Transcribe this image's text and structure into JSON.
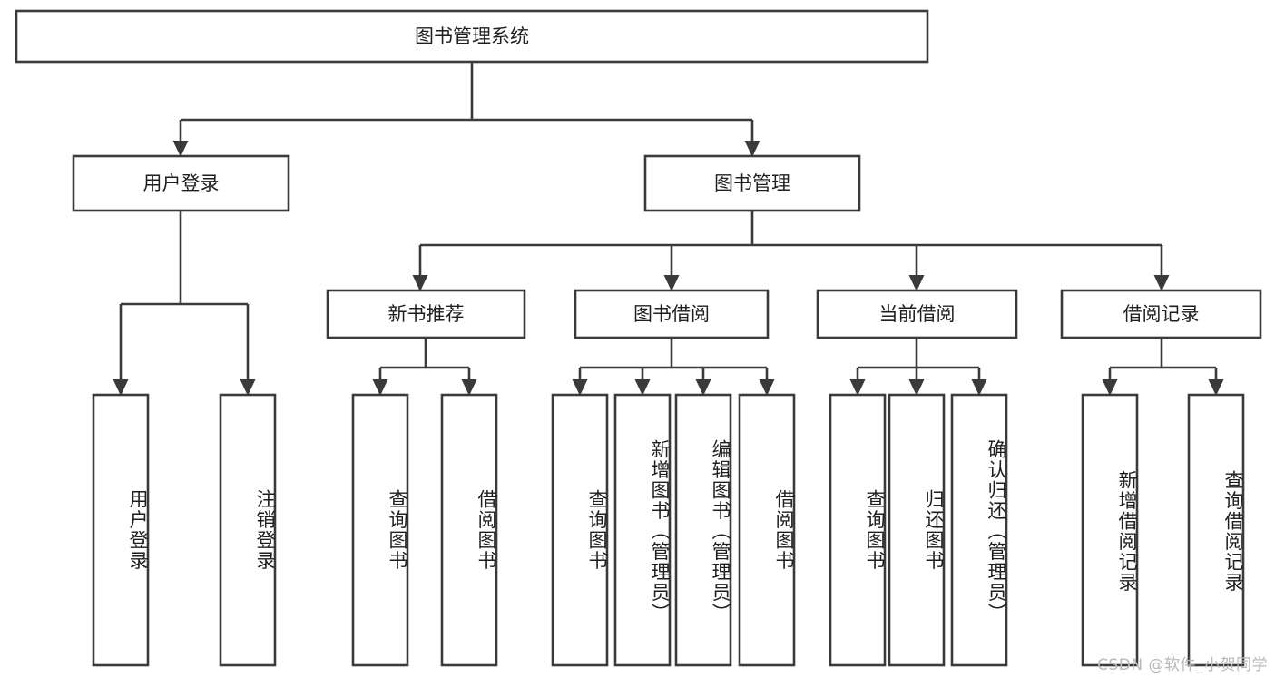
{
  "diagram": {
    "type": "tree-hierarchy-diagram",
    "title": "图书管理系统",
    "orientation": "top-down",
    "colors": {
      "stroke": "#3a3a3a",
      "box_fill": "#ffffff",
      "text": "#1f1f1f",
      "background": "#ffffff",
      "watermark": "#b9b9b9"
    },
    "root": {
      "label": "图书管理系统"
    },
    "level1": [
      {
        "label": "用户登录"
      },
      {
        "label": "图书管理"
      }
    ],
    "level2": [
      {
        "label": "新书推荐"
      },
      {
        "label": "图书借阅"
      },
      {
        "label": "当前借阅"
      },
      {
        "label": "借阅记录"
      }
    ],
    "leaves": {
      "user_login": [
        {
          "label": "用户登录"
        },
        {
          "label": "注销登录"
        }
      ],
      "new_book_recommend": [
        {
          "label": "查询图书"
        },
        {
          "label": "借阅图书"
        }
      ],
      "book_borrow": [
        {
          "label": "查询图书"
        },
        {
          "label": "新增图书（管理员）"
        },
        {
          "label": "编辑图书（管理员）"
        },
        {
          "label": "借阅图书"
        }
      ],
      "current_borrow": [
        {
          "label": "查询图书"
        },
        {
          "label": "归还图书"
        },
        {
          "label": "确认归还（管理员）"
        }
      ],
      "borrow_record": [
        {
          "label": "新增借阅记录"
        },
        {
          "label": "查询借阅记录"
        }
      ]
    }
  },
  "watermark": {
    "text": "CSDN @软件_小贺同学"
  }
}
